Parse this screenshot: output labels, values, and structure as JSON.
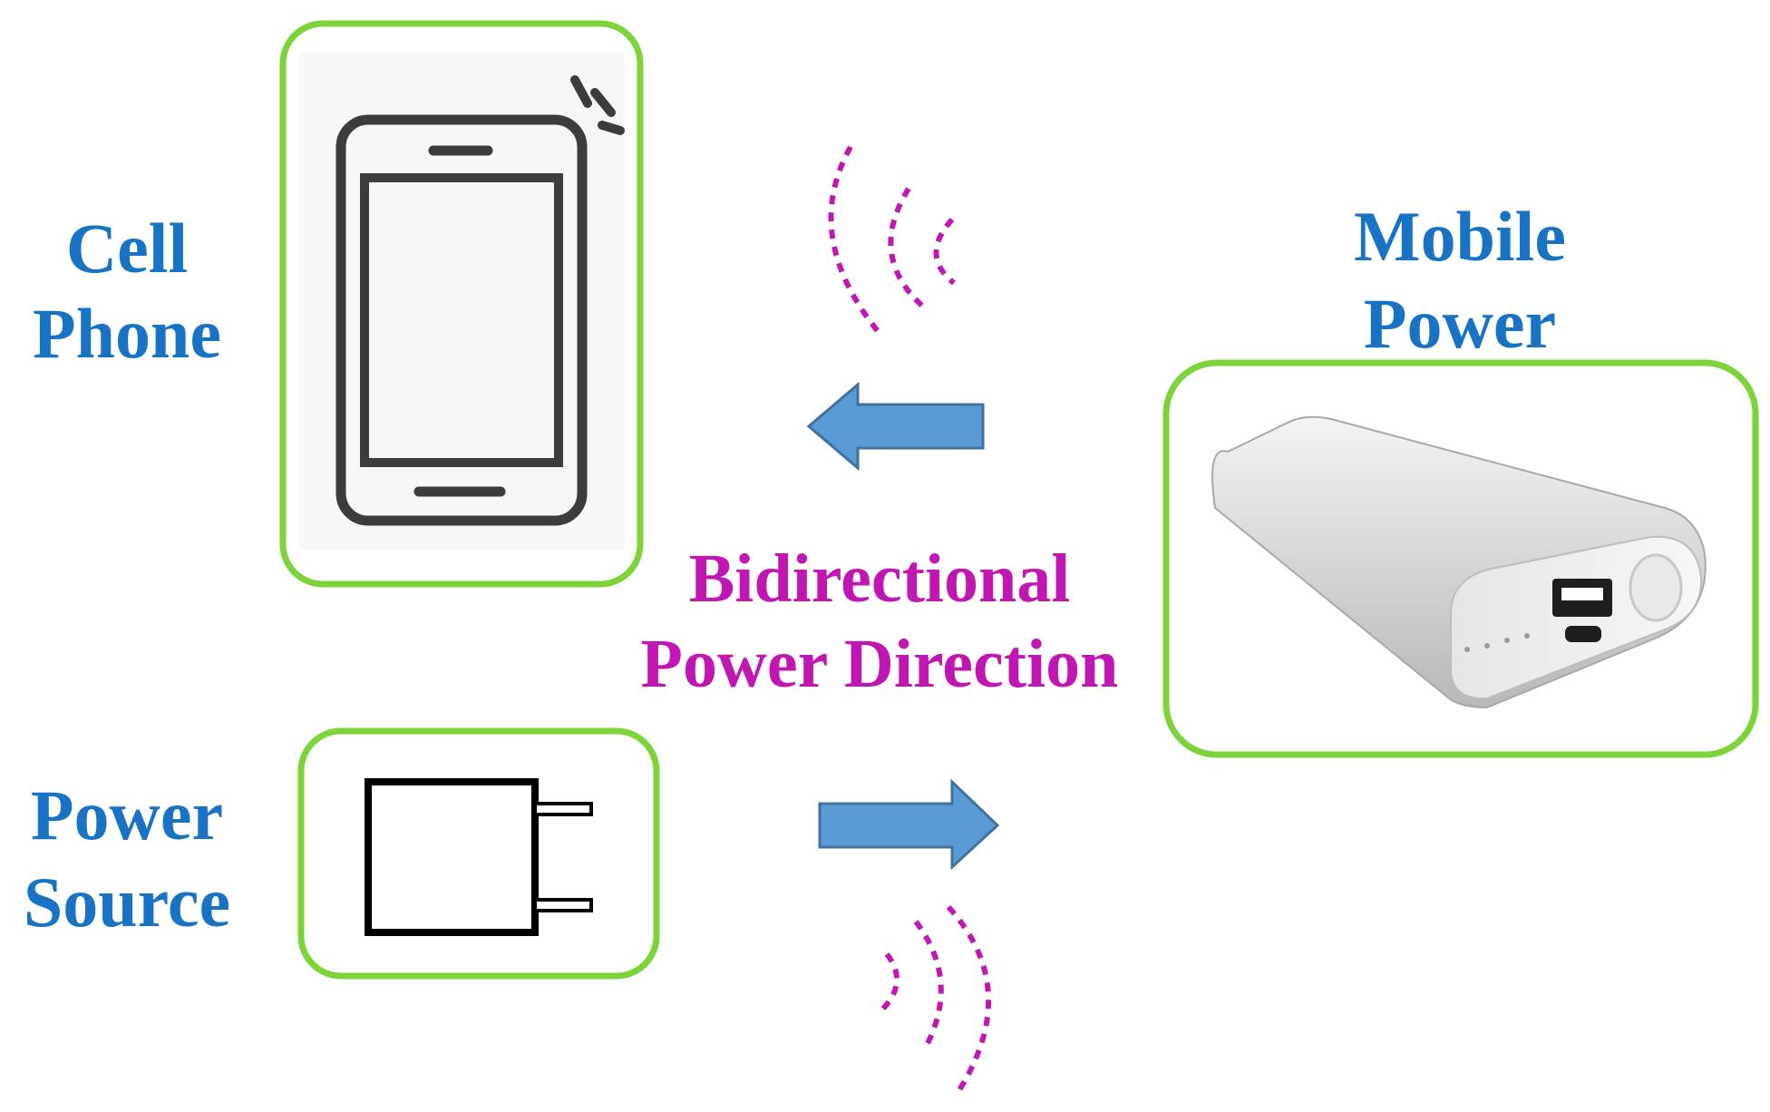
{
  "labels": {
    "cell_phone": [
      "Cell",
      "Phone"
    ],
    "mobile_power": [
      "Mobile",
      "Power"
    ],
    "power_source": [
      "Power",
      "Source"
    ],
    "bidirectional": [
      "Bidirectional",
      "Power Direction"
    ]
  },
  "colors": {
    "box_border": "#7ed23a",
    "label_blue": "#1873c4",
    "label_magenta": "#c117b2",
    "arrow_fill": "#5b9bd5",
    "arrow_stroke": "#41719c",
    "wave": "#c117b2",
    "icon_dark": "#3c3c3c"
  },
  "icons": {
    "phone": "smartphone-icon",
    "charger": "wall-charger-icon",
    "power_bank": "power-bank-icon",
    "wave_top": "wireless-waves-icon",
    "wave_bottom": "wireless-waves-icon"
  }
}
